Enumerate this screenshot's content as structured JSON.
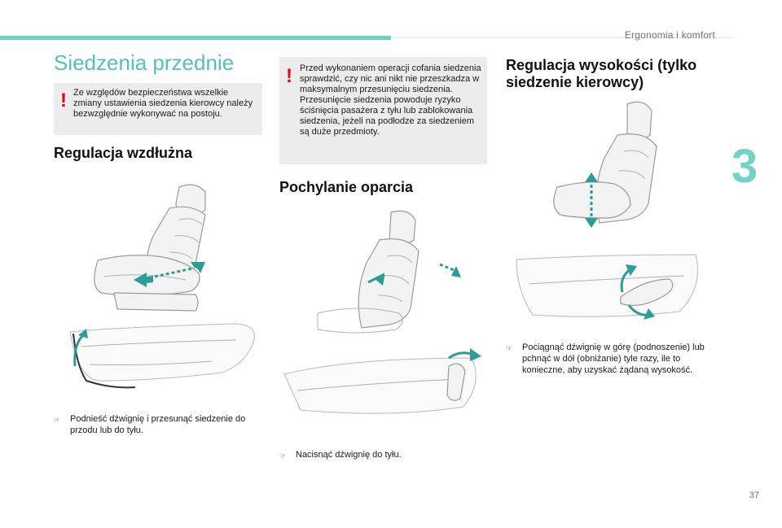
{
  "header": {
    "chapter_label": "Ergonomia i komfort",
    "chapter_number": "3",
    "page_number": "37"
  },
  "col1": {
    "section_title": "Siedzenia przednie",
    "warning": "Ze względów bezpieczeństwa wszelkie zmiany ustawienia siedzenia kierowcy należy bezwzględnie wykonywać na postoju.",
    "heading": "Regulacja wzdłużna",
    "bullet": "Podnieść dźwignię i przesunąć siedzenie do przodu lub do tyłu."
  },
  "col2": {
    "warning": "Przed wykonaniem operacji cofania siedzenia sprawdzić, czy nic ani nikt nie przeszkadza w maksymalnym przesunięciu siedzenia. Przesunięcie siedzenia powoduje ryzyko ściśnięcia pasażera z tyłu lub zablokowania siedzenia, jeżeli na podłodze za siedzeniem są duże przedmioty.",
    "heading": "Pochylanie oparcia",
    "bullet": "Nacisnąć dźwignię do tyłu."
  },
  "col3": {
    "heading_line1": "Regulacja wysokości (tylko",
    "heading_line2": "siedzenie kierowcy)",
    "bullet": "Pociągnąć dźwignię w górę (podnoszenie) lub pchnąć w dół (obniżanie) tyle razy, ile to konieczne, aby uzyskać żądaną wysokość."
  },
  "colors": {
    "accent": "#55c0b8",
    "warning_red": "#e30613",
    "arrow_teal": "#2a9d96"
  },
  "icons": {
    "warning": "exclamation-mark",
    "bullet": "pointing-hand"
  }
}
